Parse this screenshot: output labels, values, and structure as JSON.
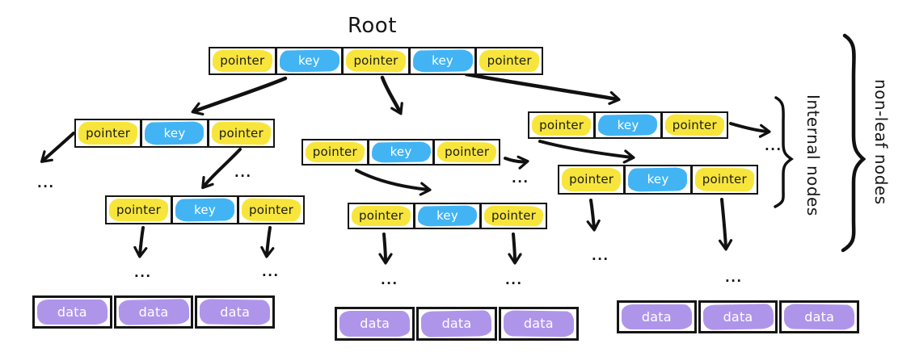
{
  "title": "Root",
  "ellipsis": "...",
  "annotations": {
    "internal_nodes": "Internal nodes",
    "non_leaf_nodes": "non-leaf nodes"
  },
  "colors": {
    "pointer_fill": "#F7E53C",
    "key_fill": "#42B4F4",
    "data_fill": "#AF95EA",
    "ink": "#151515"
  },
  "nodes": {
    "root": {
      "cells": [
        "pointer",
        "key",
        "pointer",
        "key",
        "pointer"
      ]
    },
    "internal_left": {
      "cells": [
        "pointer",
        "key",
        "pointer"
      ]
    },
    "internal_mid": {
      "cells": [
        "pointer",
        "key",
        "pointer"
      ]
    },
    "internal_right": {
      "cells": [
        "pointer",
        "key",
        "pointer"
      ]
    },
    "second_left": {
      "cells": [
        "pointer",
        "key",
        "pointer"
      ]
    },
    "second_mid": {
      "cells": [
        "pointer",
        "key",
        "pointer"
      ]
    },
    "second_right": {
      "cells": [
        "pointer",
        "key",
        "pointer"
      ]
    },
    "leaf_left": {
      "cells": [
        "data",
        "data",
        "data"
      ]
    },
    "leaf_mid": {
      "cells": [
        "data",
        "data",
        "data"
      ]
    },
    "leaf_right": {
      "cells": [
        "data",
        "data",
        "data"
      ]
    }
  }
}
